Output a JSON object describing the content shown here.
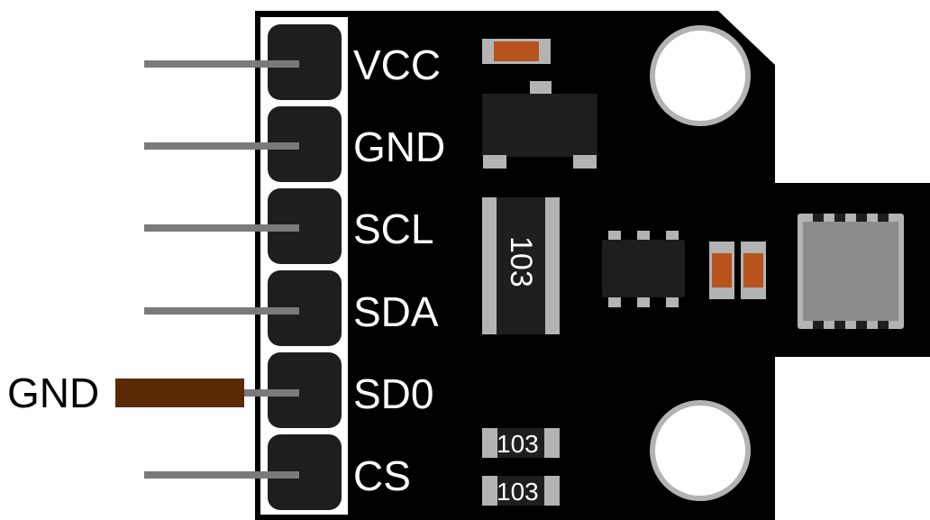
{
  "board": {
    "pins": [
      {
        "label": "VCC",
        "wire": "open"
      },
      {
        "label": "GND",
        "wire": "open"
      },
      {
        "label": "SCL",
        "wire": "open"
      },
      {
        "label": "SDA",
        "wire": "open"
      },
      {
        "label": "SD0",
        "wire": "connected"
      },
      {
        "label": "CS",
        "wire": "open"
      }
    ],
    "external_connection": {
      "label": "GND",
      "wire_color": "#5a2a06"
    },
    "resistor_large": {
      "code": "103"
    },
    "resistors_small": [
      {
        "code": "103"
      },
      {
        "code": "103"
      }
    ],
    "colors": {
      "pcb": "#000000",
      "pad": "#1e1e1e",
      "lead": "#7a7a7a",
      "metal": "#b3b3b3",
      "capacitor": "#b8531d",
      "sensor": "#8c8c8c"
    }
  }
}
